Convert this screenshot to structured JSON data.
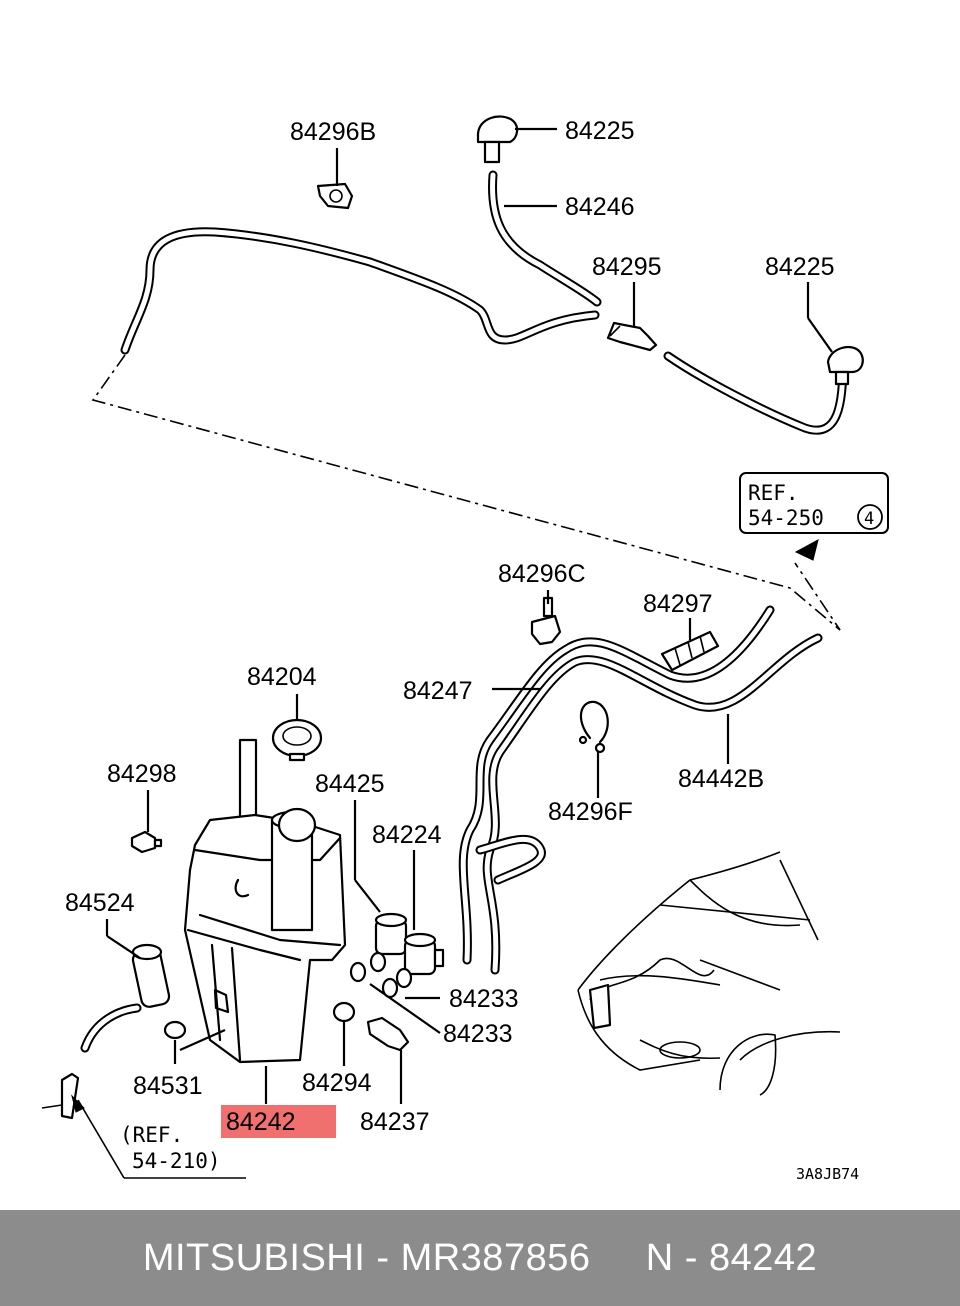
{
  "diagram": {
    "labels": {
      "p84296b": "84296B",
      "p84225_top": "84225",
      "p84246": "84246",
      "p84295": "84295",
      "p84225_right": "84225",
      "p84296c": "84296C",
      "p84297": "84297",
      "p84204": "84204",
      "p84247": "84247",
      "p84298": "84298",
      "p84425": "84425",
      "p84224": "84224",
      "p84442b": "84442B",
      "p84296f": "84296F",
      "p84524": "84524",
      "p84233_a": "84233",
      "p84233_b": "84233",
      "p84531": "84531",
      "p84294": "84294",
      "p84237": "84237",
      "p84242": "84242"
    },
    "highlight_color": "#f07070",
    "ref_top": {
      "line1": "REF.",
      "line2": "54-250",
      "circled": "4"
    },
    "ref_bottom": {
      "line1": "(REF.",
      "line2": "54-210)"
    },
    "drawing_code": "3A8JB74"
  },
  "footer": {
    "text": "MITSUBISHI - MR387856     N - 84242",
    "background": "#8c8c8c"
  }
}
